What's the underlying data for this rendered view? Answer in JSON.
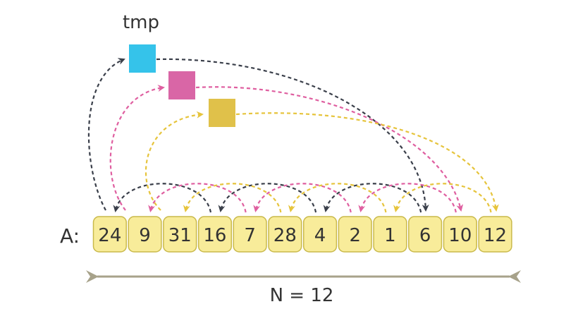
{
  "tmp_label": "tmp",
  "array_label": "A:",
  "array_values": [
    24,
    9,
    31,
    16,
    7,
    28,
    4,
    2,
    1,
    6,
    10,
    12
  ],
  "size_label": "N = 12",
  "colors": {
    "cell_fill": "#f8ec9a",
    "cell_stroke": "#c9b94a",
    "cyan": "#35c3ea",
    "magenta": "#d966a6",
    "gold": "#e0c14a",
    "arrow_dark": "#3a3f4a",
    "arrow_pink": "#df5fa0",
    "arrow_yellow": "#e6c43c",
    "length_arrow": "#a7a28a"
  }
}
